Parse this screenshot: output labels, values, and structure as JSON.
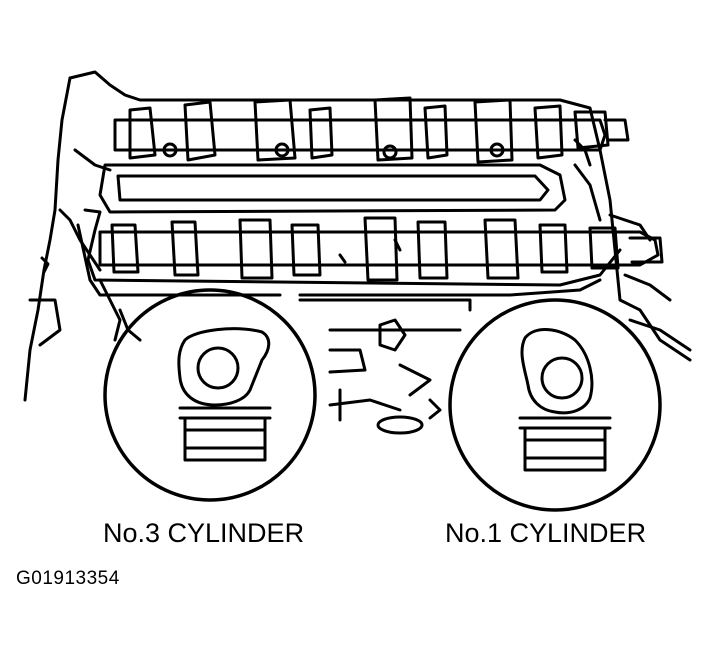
{
  "diagram": {
    "labels": {
      "cylinder_left": "No.3 CYLINDER",
      "cylinder_right": "No.1 CYLINDER"
    },
    "figure_code": "G01913354"
  }
}
